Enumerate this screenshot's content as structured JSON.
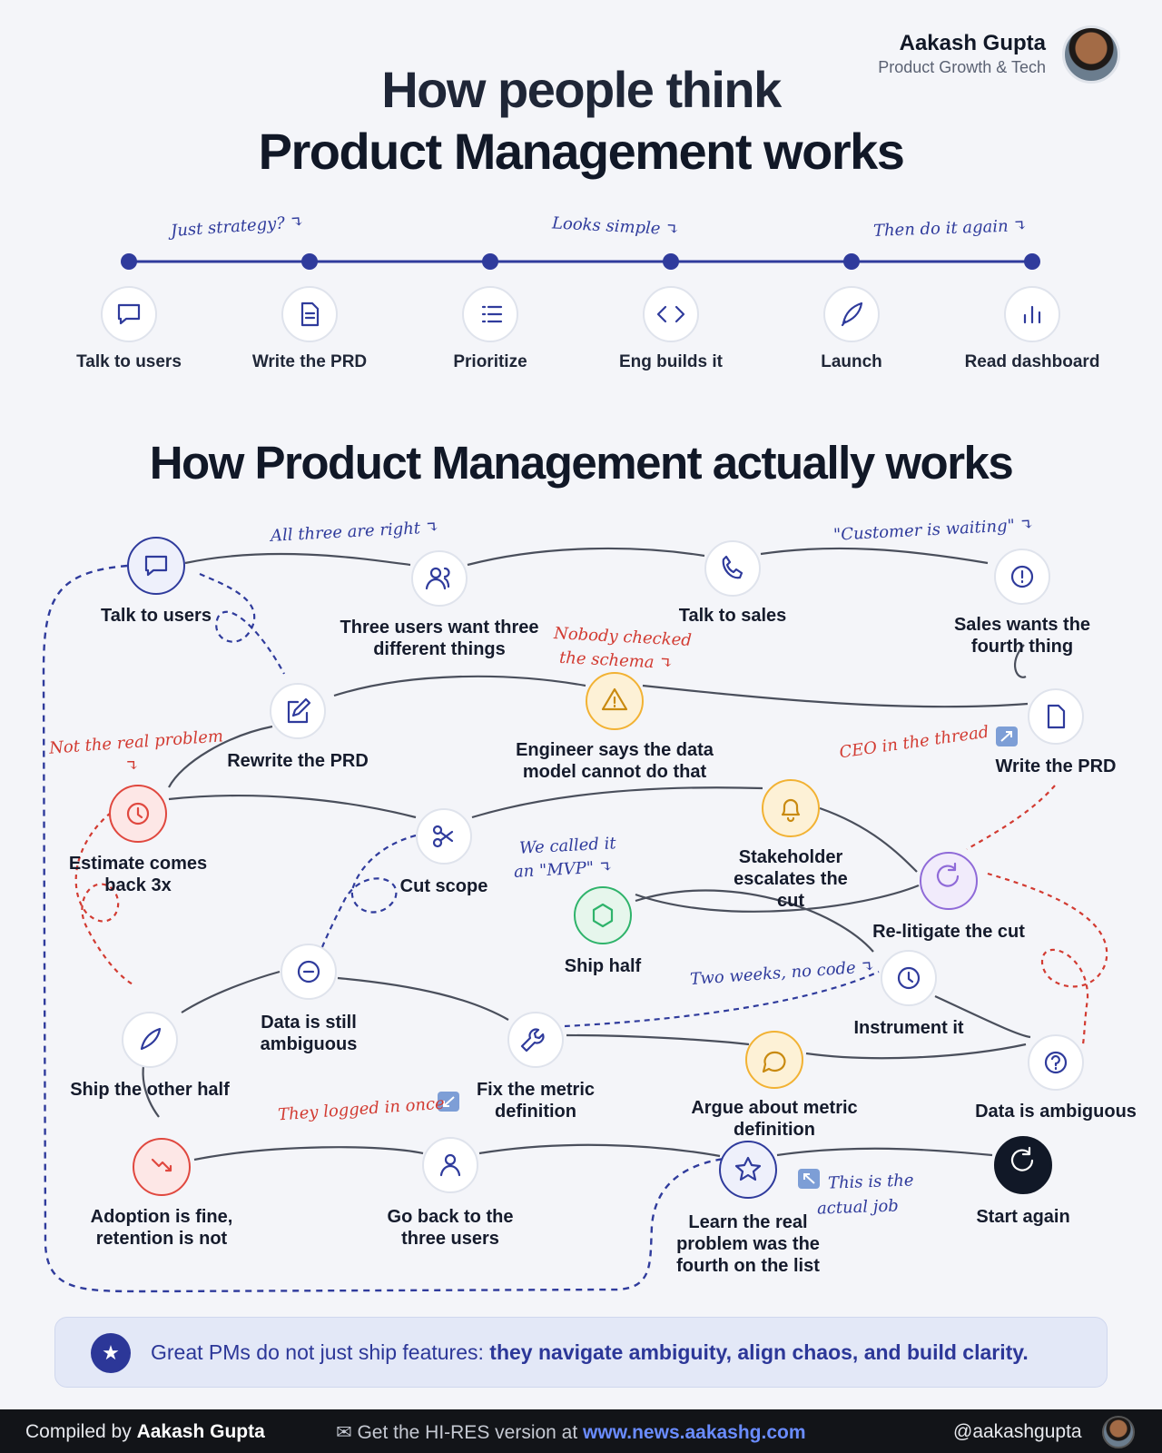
{
  "author": {
    "name": "Aakash Gupta",
    "subtitle": "Product Growth & Tech"
  },
  "titles": {
    "line1": "How people think",
    "line2": "Product Management works",
    "actual": "How Product Management actually works"
  },
  "perceived": {
    "steps": [
      {
        "label": "Talk to users",
        "icon": "chat-icon"
      },
      {
        "label": "Write the PRD",
        "icon": "document-icon"
      },
      {
        "label": "Prioritize",
        "icon": "list-icon"
      },
      {
        "label": "Eng builds it",
        "icon": "code-icon"
      },
      {
        "label": "Launch",
        "icon": "rocket-icon"
      },
      {
        "label": "Read dashboard",
        "icon": "bar-chart-icon"
      }
    ],
    "notes": [
      "Just strategy? ↴",
      "Looks simple ↴",
      "Then do it again ↴"
    ]
  },
  "actual": {
    "nodes": {
      "talk_users": {
        "label": "Talk to users",
        "icon": "chat-icon"
      },
      "three_users": {
        "label": "Three users want three different things",
        "icon": "users-icon"
      },
      "talk_sales": {
        "label": "Talk to sales",
        "icon": "phone-icon"
      },
      "sales_fourth": {
        "label": "Sales wants the fourth thing",
        "icon": "alert-circle-icon"
      },
      "rewrite_prd": {
        "label": "Rewrite the PRD",
        "icon": "edit-icon"
      },
      "engineer_says": {
        "label": "Engineer says the data model cannot do that",
        "icon": "warning-icon"
      },
      "write_prd": {
        "label": "Write the PRD",
        "icon": "document-icon"
      },
      "estimate": {
        "label": "Estimate comes back 3x",
        "icon": "clock-icon"
      },
      "cut_scope": {
        "label": "Cut scope",
        "icon": "scissors-icon"
      },
      "stakeholder": {
        "label": "Stakeholder escalates the cut",
        "icon": "bell-icon"
      },
      "relitigate": {
        "label": "Re-litigate the cut",
        "icon": "refresh-icon"
      },
      "ship_half": {
        "label": "Ship half",
        "icon": "hexagon-icon"
      },
      "data_still": {
        "label": "Data is still ambiguous",
        "icon": "minus-circle-icon"
      },
      "instrument": {
        "label": "Instrument it",
        "icon": "clock-icon"
      },
      "ship_other": {
        "label": "Ship the other half",
        "icon": "rocket-icon"
      },
      "fix_metric": {
        "label": "Fix the metric definition",
        "icon": "wrench-icon"
      },
      "argue_metric": {
        "label": "Argue about metric definition",
        "icon": "chat-icon"
      },
      "data_ambiguous": {
        "label": "Data is ambiguous",
        "icon": "question-icon"
      },
      "adoption": {
        "label": "Adoption is fine, retention is not",
        "icon": "trend-down-icon"
      },
      "go_back": {
        "label": "Go back to the three users",
        "icon": "user-icon"
      },
      "learn_real": {
        "label": "Learn the real problem was the fourth on the list",
        "icon": "star-icon"
      },
      "start_again": {
        "label": "Start again",
        "icon": "refresh-icon"
      }
    },
    "notes": {
      "all_three": "All three are right ↴",
      "customer_waiting": "\"Customer is waiting\" ↴",
      "nobody_checked_1": "Nobody checked",
      "nobody_checked_2": "the schema ↴",
      "not_real_problem_1": "Not the real problem",
      "not_real_problem_2": "↴",
      "ceo_thread": "CEO in the thread",
      "we_called_1": "We called it",
      "we_called_2": "an \"MVP\" ↴",
      "two_weeks": "Two weeks, no code ↴",
      "they_logged": "They logged in once",
      "actual_job_1": "This is the",
      "actual_job_2": "actual job"
    }
  },
  "banner": {
    "prefix": "Great PMs do not just ship features: ",
    "bold": "they navigate ambiguity, align chaos, and build clarity."
  },
  "footer": {
    "compiled_prefix": "Compiled by ",
    "compiled_name": "Aakash Gupta",
    "hires_prefix": "Get the HI-RES version at ",
    "hires_url": "www.news.aakashg.com",
    "handle": "@aakashgupta"
  },
  "colors": {
    "navy": "#2f3b9c",
    "red": "#e0483f",
    "amber": "#f2b233",
    "green": "#2fb36b",
    "purple": "#8f6ad8",
    "line": "#4a4f5c",
    "dark": "#111827"
  }
}
